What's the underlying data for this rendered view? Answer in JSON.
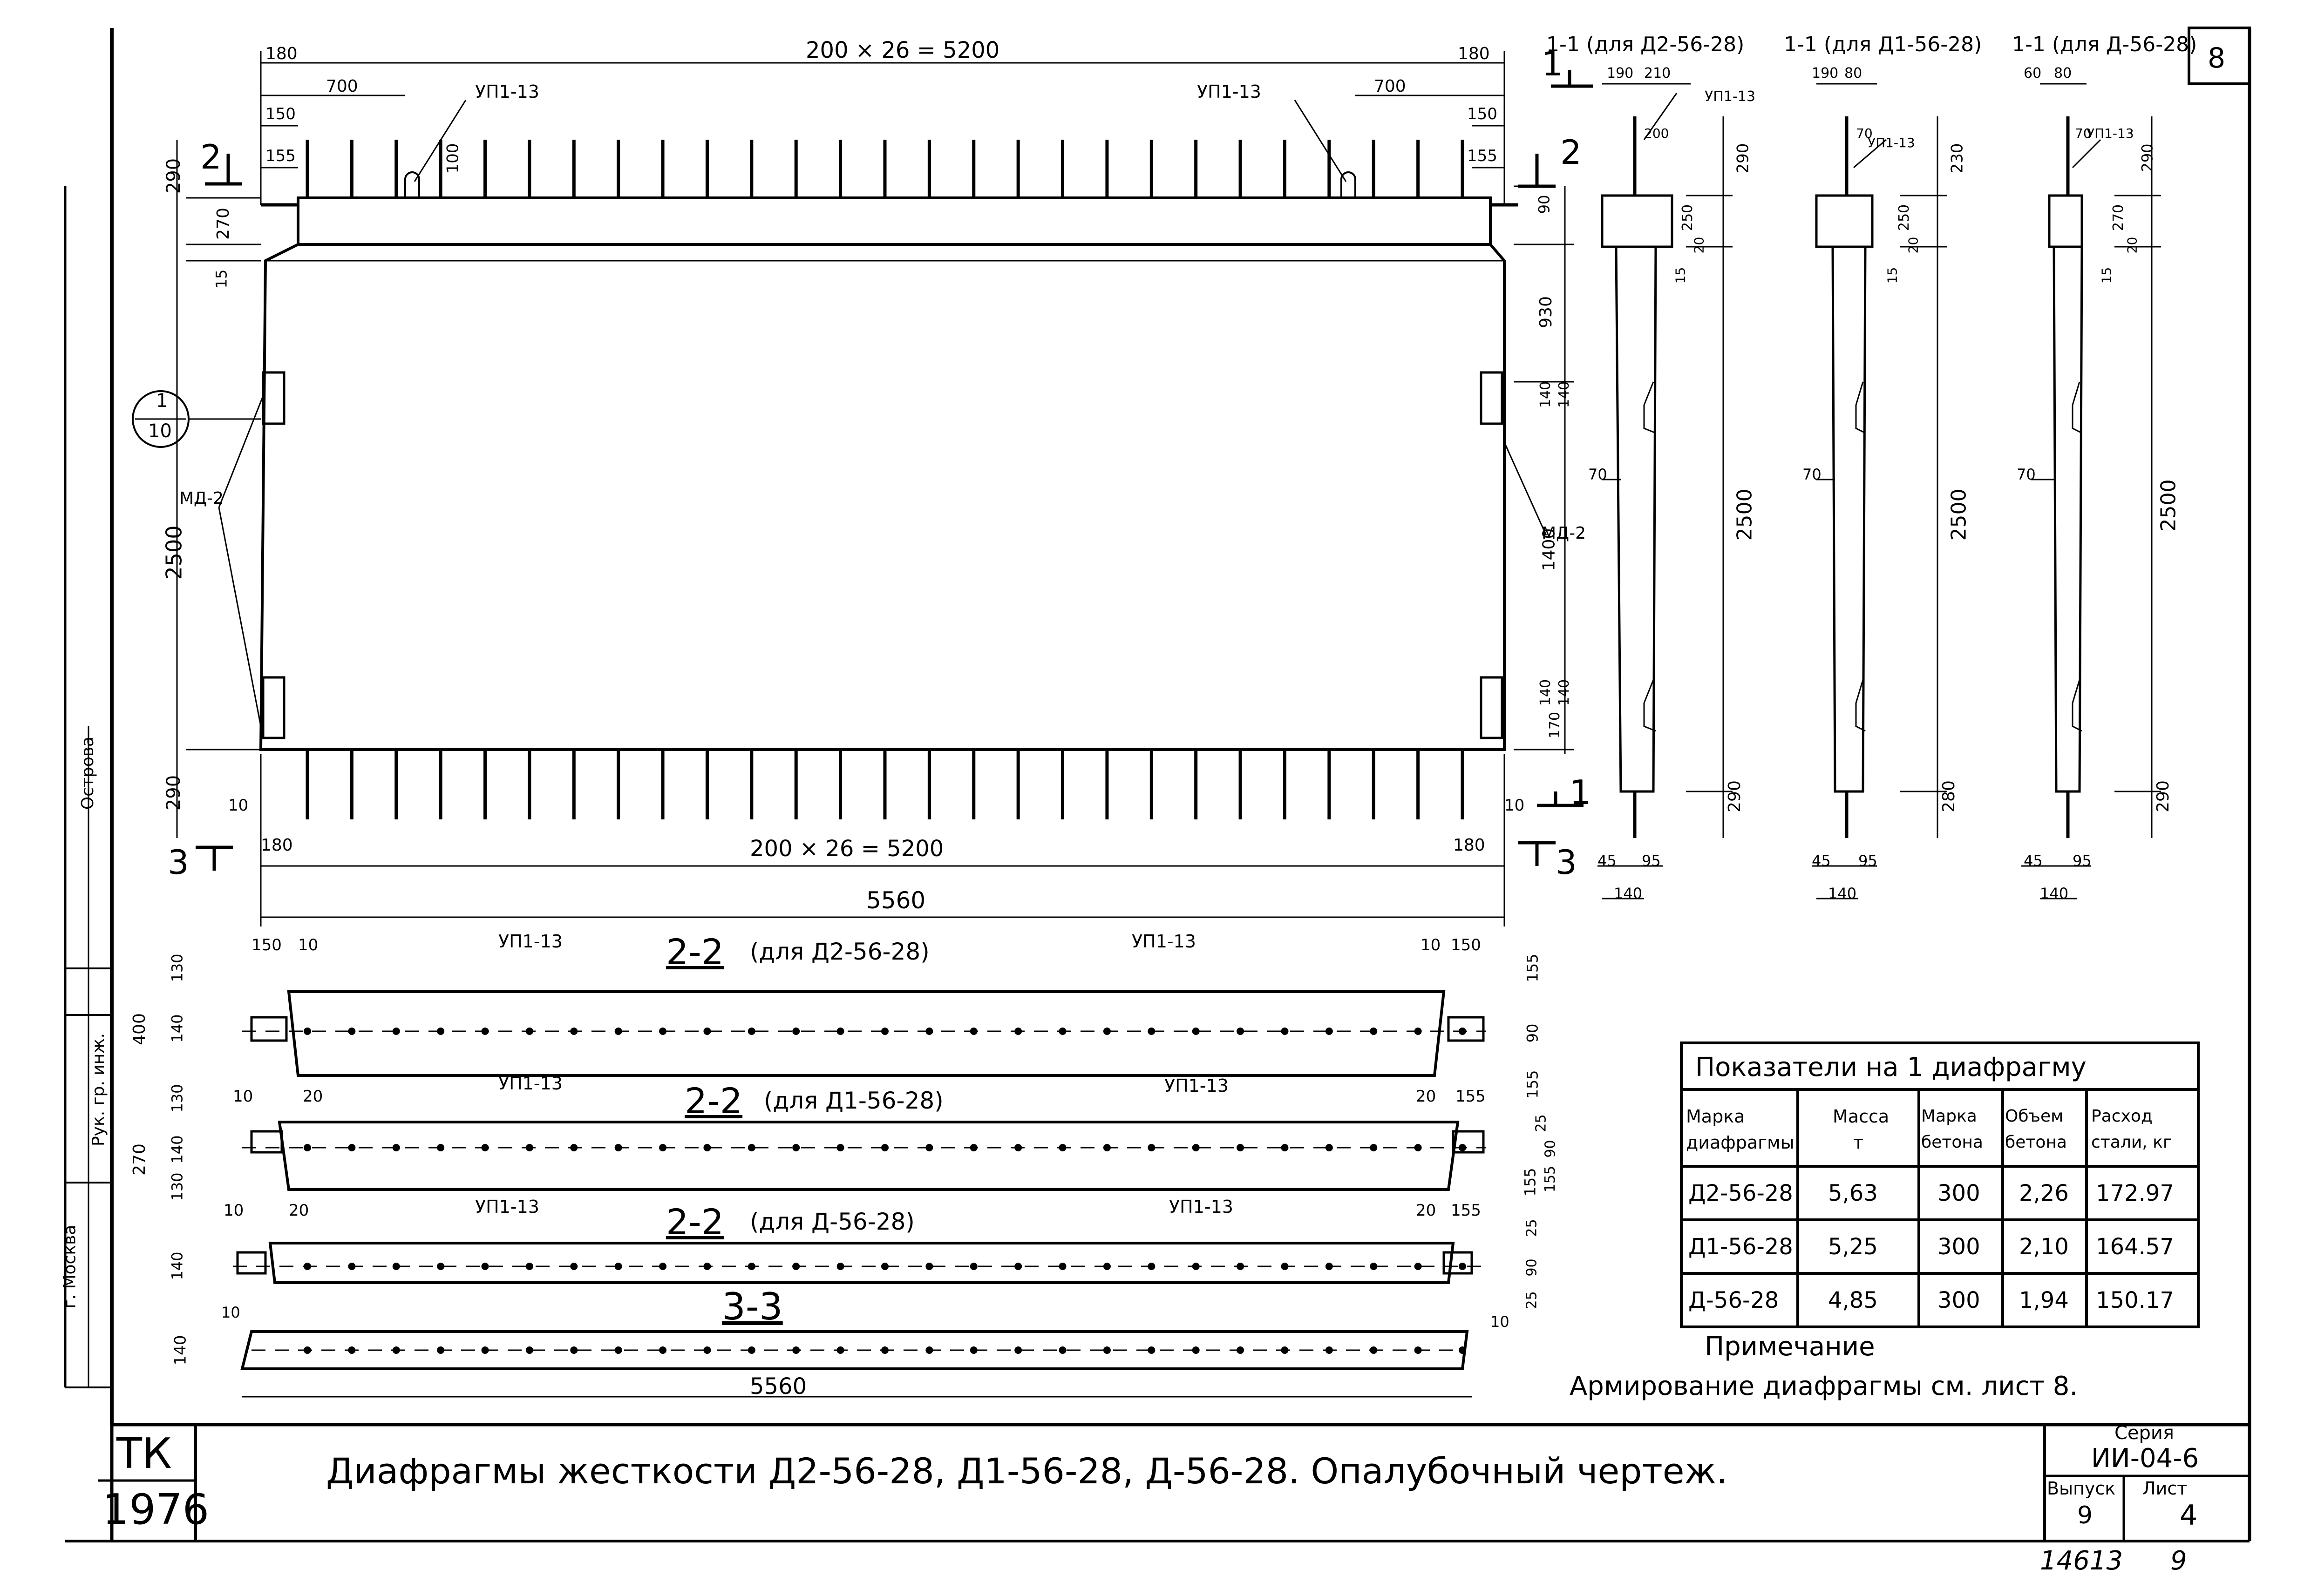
{
  "sheet_no": "8",
  "elevation": {
    "top_dim": "200 × 26 = 5200",
    "bottom_dim": "200 × 26 = 5200",
    "overall": "5560",
    "dim_180": "180",
    "dim_700": "700",
    "dim_150": "150",
    "dim_155": "155",
    "dim_100": "100",
    "dim_290": "290",
    "dim_270": "270",
    "dim_15": "15",
    "dim_2500": "2500",
    "dim_10": "10",
    "dim_90": "90",
    "dim_930": "930",
    "dim_140": "140",
    "dim_1400": "1400",
    "dim_170": "170",
    "up_label": "УП1-13",
    "md_label": "МД-2",
    "detail_num": "1",
    "detail_sheet": "10",
    "cut_1": "1",
    "cut_2": "2",
    "cut_3": "3"
  },
  "sections_11": [
    {
      "title": "1-1 (для Д2-56-28)",
      "d1": "190",
      "d2": "210",
      "d3": "200",
      "h_top": "290",
      "h250": "250",
      "h20": "20",
      "h15": "15",
      "h70": "70",
      "h2500": "2500",
      "h_bot": "290",
      "b45": "45",
      "b95": "95",
      "b140": "140"
    },
    {
      "title": "1-1 (для Д1-56-28)",
      "d1": "190",
      "d2": "80",
      "d3": "70",
      "h_top": "230",
      "h250": "250",
      "h20": "20",
      "h15": "15",
      "h70": "70",
      "h2500": "2500",
      "h_bot": "280",
      "b45": "45",
      "b95": "95",
      "b140": "140"
    },
    {
      "title": "1-1 (для Д-56-28)",
      "d1": "60",
      "d2": "80",
      "d3": "70",
      "h_top": "290",
      "h250": "270",
      "h20": "20",
      "h15": "15",
      "h70": "70",
      "h2500": "2500",
      "h_bot": "290",
      "b45": "45",
      "b95": "95",
      "b140": "140"
    }
  ],
  "plans": [
    {
      "title": "2-2",
      "sub": "(для Д2-56-28)",
      "left_a": "150",
      "left_b": "10",
      "right_a": "10",
      "right_b": "150",
      "dims_left": [
        "130",
        "140",
        "400"
      ],
      "dims_right": [
        "155",
        "90",
        "155"
      ]
    },
    {
      "title": "2-2",
      "sub": "(для Д1-56-28)",
      "left_a": "10",
      "left_b": "20",
      "right_a": "20",
      "right_b": "155",
      "dims_left": [
        "130",
        "140",
        "130",
        "270"
      ],
      "dims_right": [
        "25",
        "155",
        "90",
        "155"
      ]
    },
    {
      "title": "2-2",
      "sub": "(для Д-56-28)",
      "left_a": "10",
      "left_b": "20",
      "right_a": "20",
      "right_b": "155",
      "dims_left": [
        "140"
      ],
      "dims_right": [
        "25",
        "90",
        "25"
      ]
    }
  ],
  "section33": {
    "title": "3-3",
    "dim": "5560",
    "h": "140",
    "d10": "10"
  },
  "table": {
    "title": "Показатели на 1 диафрагму",
    "headers": [
      "Марка диафрагмы",
      "Масса т",
      "Марка бетона",
      "Объем бетона",
      "Расход стали, кг"
    ],
    "rows": [
      [
        "Д2-56-28",
        "5,63",
        "300",
        "2,26",
        "172.97"
      ],
      [
        "Д1-56-28",
        "5,25",
        "300",
        "2,10",
        "164.57"
      ],
      [
        "Д-56-28",
        "4,85",
        "300",
        "1,94",
        "150.17"
      ]
    ]
  },
  "note": {
    "title": "Примечание",
    "text": "Армирование диафрагмы см. лист 8."
  },
  "titleblock": {
    "org": "ТК",
    "year": "1976",
    "title": "Диафрагмы жесткости Д2-56-28, Д1-56-28, Д-56-28. Опалубочный чертеж.",
    "series_label": "Серия",
    "series": "ИИ-04-6",
    "issue_label": "Выпуск",
    "issue": "9",
    "sheet_label": "Лист",
    "sheet": "4",
    "number": "14613",
    "number2": "9"
  },
  "margin": {
    "city": "г. Москва",
    "role": "Рук. гр. инж.",
    "name": "Острова"
  }
}
